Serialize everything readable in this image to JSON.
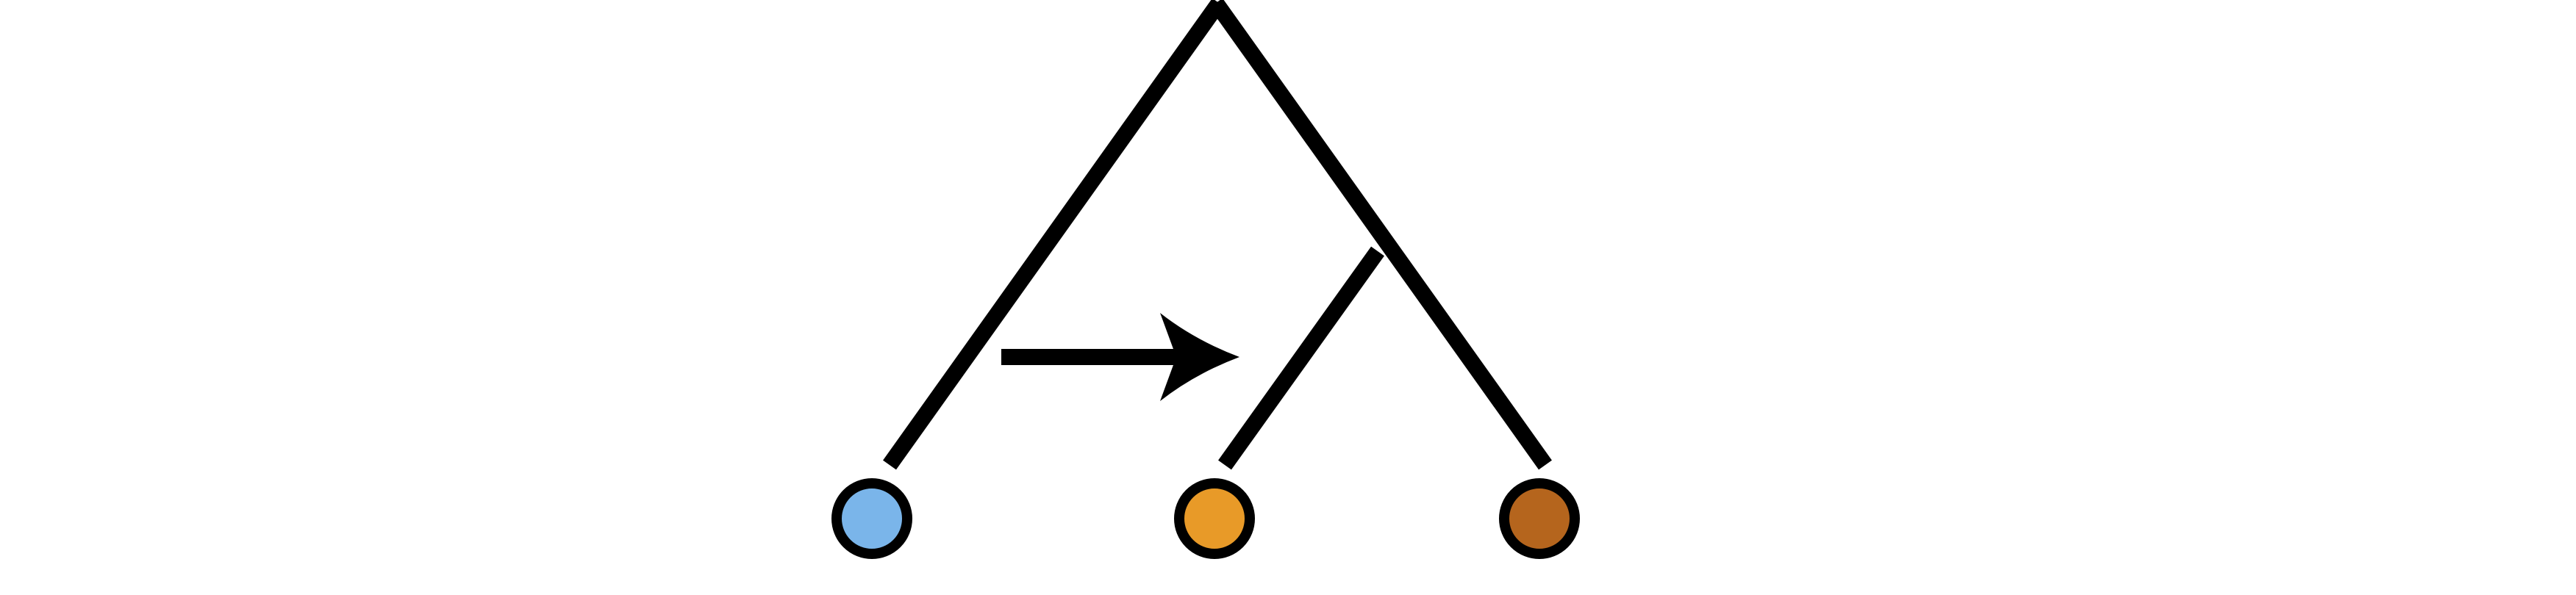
{
  "diagram": {
    "type": "phylogenetic-tree",
    "line_color": "#000000",
    "arrow_color": "#000000",
    "leaves": [
      {
        "id": "leaf-a",
        "color": "#7ab5ea"
      },
      {
        "id": "leaf-b",
        "color": "#e89a28"
      },
      {
        "id": "leaf-c",
        "color": "#b5651d"
      }
    ],
    "edges": [
      {
        "from": "root",
        "to": "leaf-a"
      },
      {
        "from": "root",
        "to": "inner-node"
      },
      {
        "from": "inner-node",
        "to": "leaf-b"
      },
      {
        "from": "inner-node",
        "to": "leaf-c"
      }
    ],
    "arrow": {
      "from": "leaf-a-branch",
      "to": "leaf-b-branch",
      "direction": "right"
    }
  }
}
